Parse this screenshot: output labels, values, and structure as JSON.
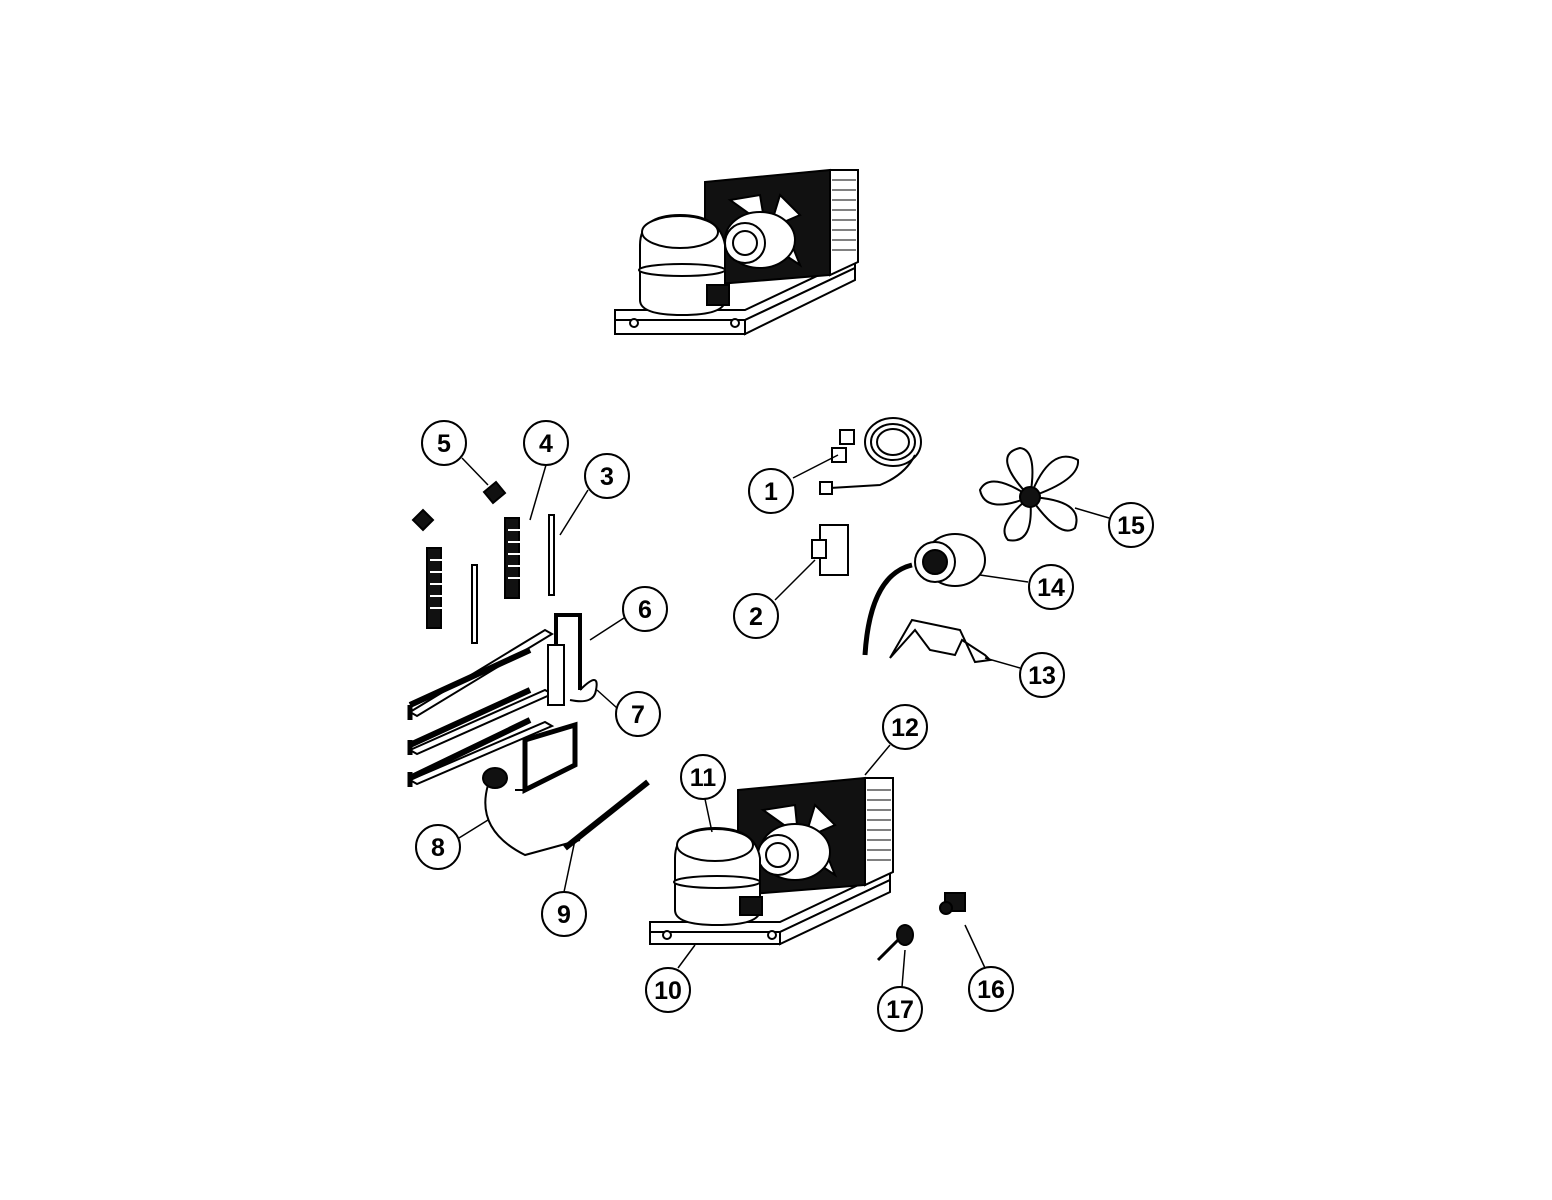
{
  "diagram": {
    "callouts": [
      {
        "id": "1",
        "label": "1"
      },
      {
        "id": "2",
        "label": "2"
      },
      {
        "id": "3",
        "label": "3"
      },
      {
        "id": "4",
        "label": "4"
      },
      {
        "id": "5",
        "label": "5"
      },
      {
        "id": "6",
        "label": "6"
      },
      {
        "id": "7",
        "label": "7"
      },
      {
        "id": "8",
        "label": "8"
      },
      {
        "id": "9",
        "label": "9"
      },
      {
        "id": "10",
        "label": "10"
      },
      {
        "id": "11",
        "label": "11"
      },
      {
        "id": "12",
        "label": "12"
      },
      {
        "id": "13",
        "label": "13"
      },
      {
        "id": "14",
        "label": "14"
      },
      {
        "id": "15",
        "label": "15"
      },
      {
        "id": "16",
        "label": "16"
      },
      {
        "id": "17",
        "label": "17"
      }
    ],
    "line_color": "#000000",
    "background": "#ffffff"
  }
}
